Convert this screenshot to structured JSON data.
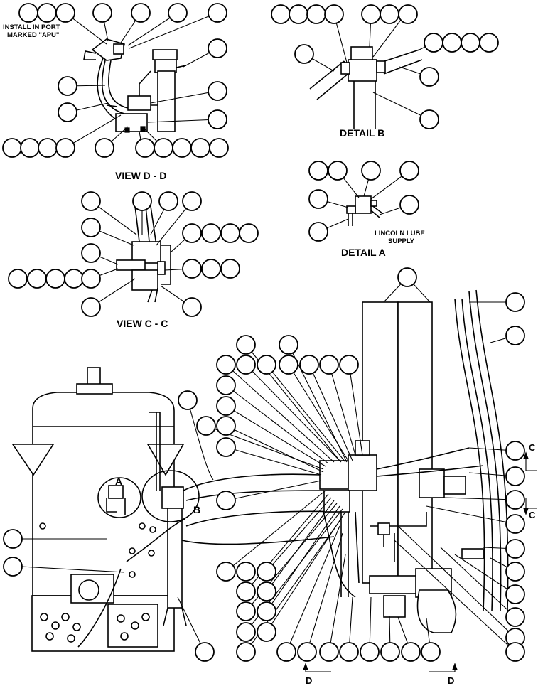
{
  "labels": {
    "install_note_line1": "INSTALL IN PORT",
    "install_note_line2": "MARKED \"APU\"",
    "view_dd": "VIEW D - D",
    "view_cc": "VIEW C - C",
    "detail_b_title": "DETAIL B",
    "detail_a_title": "DETAIL A",
    "lincoln_line1": "LINCOLN LUBE",
    "lincoln_line2": "SUPPLY",
    "marker_a": "A",
    "marker_b": "B",
    "marker_c_top": "C",
    "marker_c_bottom": "C",
    "marker_d_left": "D",
    "marker_d_right": "D"
  },
  "callouts": {
    "shape": "circle",
    "content": "empty reference balloons",
    "groups": [
      "view-dd",
      "view-cc",
      "detail-b",
      "detail-a",
      "main-view"
    ]
  }
}
